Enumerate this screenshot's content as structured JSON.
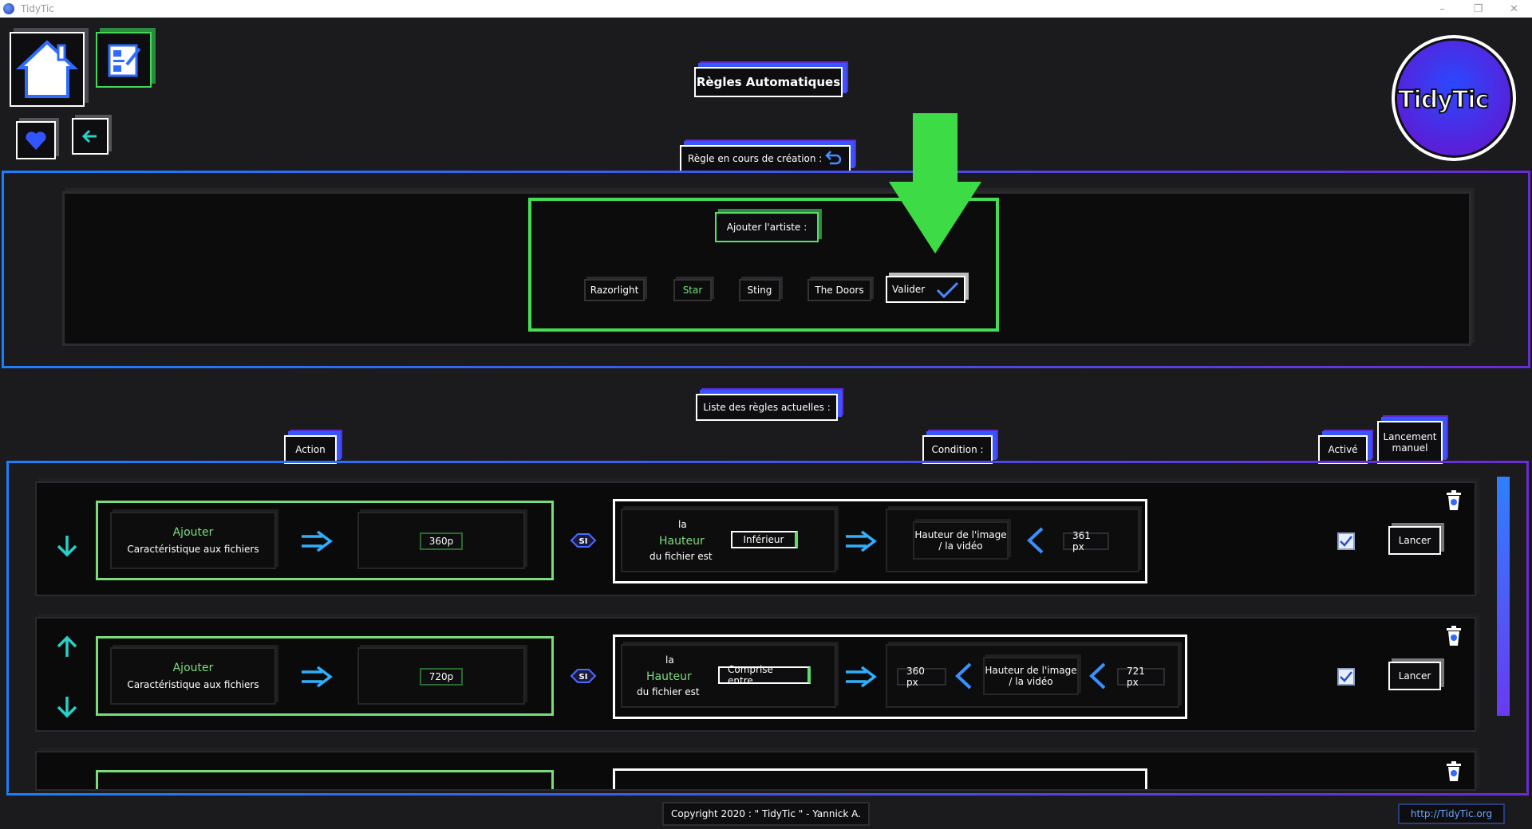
{
  "window": {
    "title": "TidyTic",
    "min": "–",
    "max": "❐",
    "close": "✕"
  },
  "header": {
    "title": "Règles Automatiques",
    "logo_text": "TidyTic"
  },
  "creation": {
    "label": "Règle en cours de création :",
    "prompt": "Ajouter l'artiste :",
    "artists": [
      "Razorlight",
      "Star",
      "Sting",
      "The Doors"
    ],
    "validate_label": "Valider"
  },
  "list": {
    "label": "Liste des règles actuelles :",
    "col_action": "Action",
    "col_condition": "Condition :",
    "col_active": "Activé",
    "col_manual": "Lancement manuel"
  },
  "rules": [
    {
      "action_title": "Ajouter",
      "action_sub": "Caractéristique aux fichiers",
      "value": "360p",
      "si": "SI",
      "cond_la": "la",
      "cond_field": "Hauteur",
      "cond_suffix": "du fichier est",
      "operator": "Inférieur",
      "target": "Hauteur de l'image / la vidéo",
      "limit": "361 px",
      "run_label": "Lancer"
    },
    {
      "action_title": "Ajouter",
      "action_sub": "Caractéristique aux fichiers",
      "value": "720p",
      "si": "SI",
      "cond_la": "la",
      "cond_field": "Hauteur",
      "cond_suffix": "du fichier est",
      "operator": "Comprise entre",
      "low": "360 px",
      "target": "Hauteur de l'image / la vidéo",
      "high": "721 px",
      "run_label": "Lancer"
    }
  ],
  "footer": {
    "copyright": "Copyright 2020 : \" TidyTic \" - Yannick A.",
    "url": "http://TidyTic.org"
  },
  "colors": {
    "accent_blue": "#1a7fff",
    "accent_purple": "#6a2bd8",
    "green": "#44dd55"
  }
}
